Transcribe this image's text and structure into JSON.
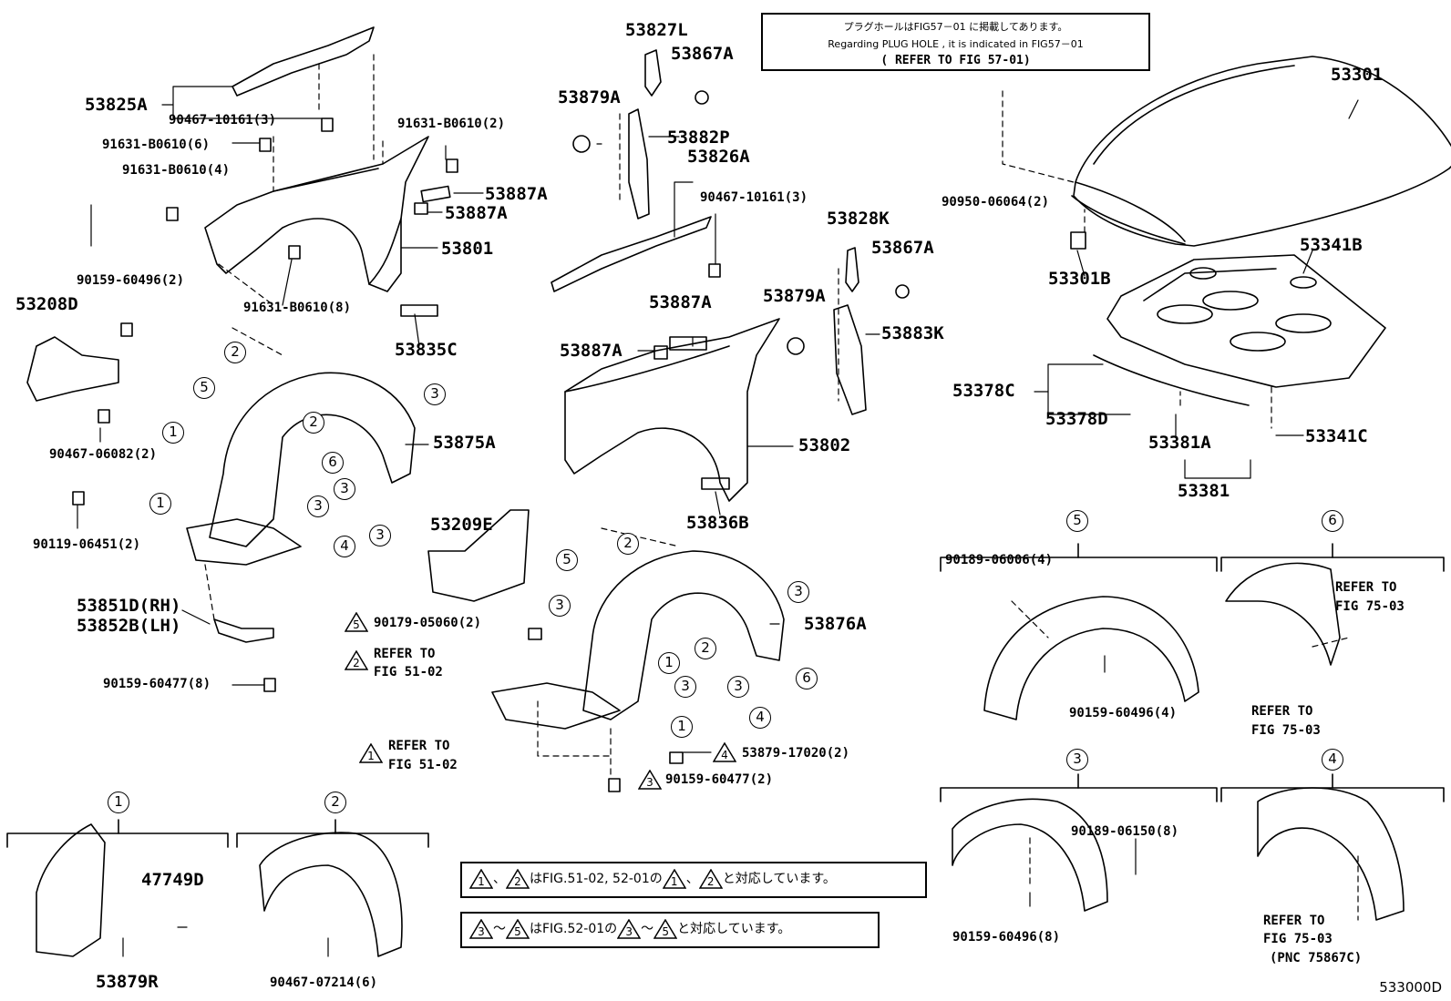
{
  "note": {
    "line1": "プラグホールはFIG57－01 に掲載してあります。",
    "line2": "Regarding PLUG HOLE , it is indicated in FIG57－01",
    "line3": "( REFER TO FIG 57-01)"
  },
  "parts": {
    "p53825A": "53825A",
    "p90467_10161_3a": "90467-10161(3)",
    "p91631_B0610_6": "91631-B0610(6)",
    "p91631_B0610_2": "91631-B0610(2)",
    "p91631_B0610_4": "91631-B0610(4)",
    "p53887A_1": "53887A",
    "p53887A_2": "53887A",
    "p53801": "53801",
    "p90159_60496_2": "90159-60496(2)",
    "p91631_B0610_8": "91631-B0610(8)",
    "p53208D": "53208D",
    "p53835C": "53835C",
    "p53875A": "53875A",
    "p90467_06082_2": "90467-06082(2)",
    "p90119_06451_2": "90119-06451(2)",
    "p53851D": "53851D(RH)",
    "p53852B": "53852B(LH)",
    "p90159_60477_8": "90159-60477(8)",
    "p53827L": "53827L",
    "p53867A_1": "53867A",
    "p53879A_1": "53879A",
    "p53882P": "53882P",
    "p53826A": "53826A",
    "p90467_10161_3b": "90467-10161(3)",
    "p53887A_3": "53887A",
    "p53887A_4": "53887A",
    "p53828K": "53828K",
    "p53867A_2": "53867A",
    "p53879A_2": "53879A",
    "p53883K": "53883K",
    "p53802": "53802",
    "p53836B": "53836B",
    "p53209E": "53209E",
    "p90179_05060_2": "90179-05060(2)",
    "p53876A": "53876A",
    "p53879_17020_2": "53879-17020(2)",
    "p90159_60477_2": "90159-60477(2)",
    "p53301": "53301",
    "p90950_06064_2": "90950-06064(2)",
    "p53301B": "53301B",
    "p53341B": "53341B",
    "p53378C": "53378C",
    "p53378D": "53378D",
    "p53381A": "53381A",
    "p53341C": "53341C",
    "p53381": "53381",
    "p90189_06006_4": "90189-06006(4)",
    "p90159_60496_4": "90159-60496(4)",
    "p90189_06150_8": "90189-06150(8)",
    "p90159_60496_8": "90159-60496(8)",
    "p47749D": "47749D",
    "p53879R": "53879R",
    "p90467_07214_6": "90467-07214(6)"
  },
  "refer": {
    "r51_a1": "REFER TO",
    "r51_a2": "FIG 51-02",
    "r51_b1": "REFER TO",
    "r51_b2": "FIG 51-02",
    "r75_a1": "REFER TO",
    "r75_a2": "FIG 75-03",
    "r75_b1": "REFER TO",
    "r75_b2": "FIG 75-03",
    "r75_c1": "REFER TO",
    "r75_c2": "FIG 75-03",
    "r75_c3": "(PNC 75867C)"
  },
  "correspondence": {
    "line1": "はFIG.51-02, 52-01の",
    "line1b": "と対応しています。",
    "line2": "はFIG.52-01の",
    "line2b": "と対応しています。",
    "sep1": "、",
    "sep2": "、",
    "range1": "～",
    "range2": "～"
  },
  "circles": [
    "1",
    "2",
    "3",
    "4",
    "5",
    "6"
  ],
  "triangles": [
    "1",
    "2",
    "3",
    "4",
    "5"
  ],
  "drawing_number": "533000D"
}
